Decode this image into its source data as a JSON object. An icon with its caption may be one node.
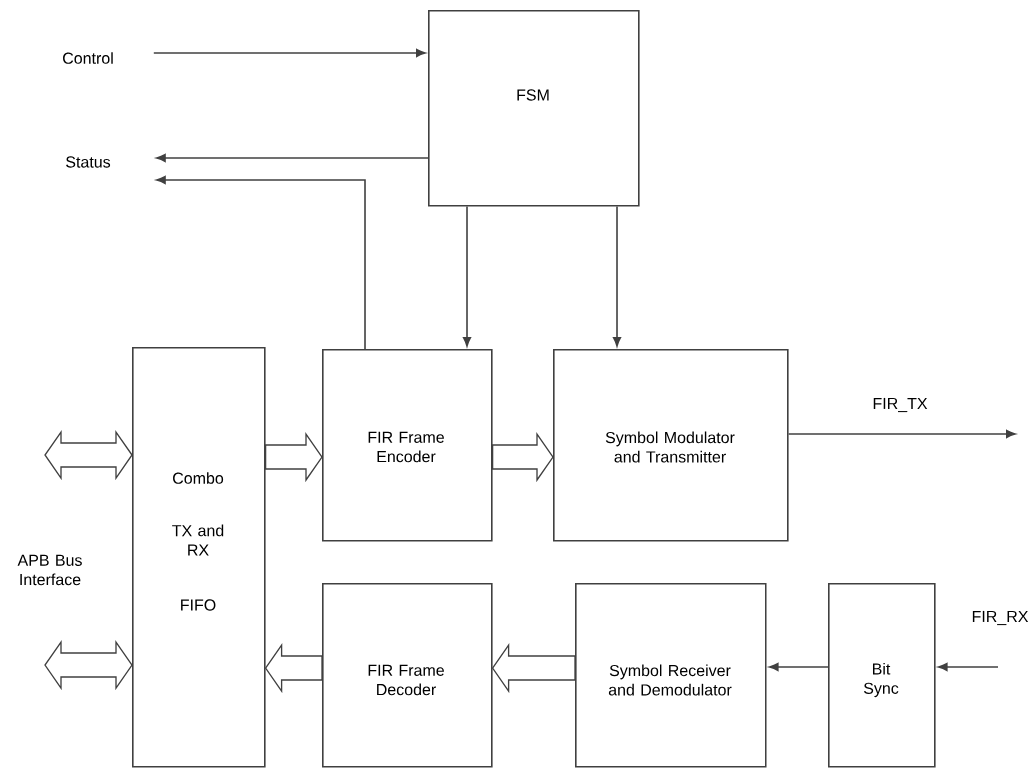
{
  "diagram": {
    "nodes": [
      {
        "text": [
          "FSM"
        ]
      },
      {
        "text": [
          "Control"
        ]
      },
      {
        "text": [
          "Status"
        ]
      },
      {
        "text": [
          "Combo",
          "TX and RX",
          "FIFO"
        ]
      },
      {
        "text": [
          "FIR Frame Encoder"
        ]
      },
      {
        "text": [
          "Symbol Modulator and Transmitter"
        ]
      },
      {
        "text": [
          "FIR Frame Decoder"
        ]
      },
      {
        "text": [
          "Symbol Receiver and Demodulator"
        ]
      },
      {
        "text": [
          "Bit Sync"
        ]
      }
    ],
    "edges": [
      {
        "from": 1,
        "to": 0,
        "arrow": "to"
      },
      {
        "from": 0,
        "to": 2,
        "arrow": "to"
      },
      {
        "from": 4,
        "to": 2,
        "arrow": "to"
      },
      {
        "from": 0,
        "to": 4,
        "arrow": "to"
      },
      {
        "from": 0,
        "to": 5,
        "arrow": "to"
      },
      {
        "from": 3,
        "to": 4,
        "arrow": "to",
        "style": "thick"
      },
      {
        "from": 4,
        "to": 5,
        "arrow": "to",
        "style": "thick"
      },
      {
        "from": 5,
        "to": null,
        "arrow": "to",
        "label": "FIR_TX"
      },
      {
        "from": null,
        "to": 3,
        "arrow": "both",
        "style": "thick"
      },
      {
        "from": null,
        "to": 3,
        "arrow": "both",
        "style": "thick"
      },
      {
        "from": 6,
        "to": 3,
        "arrow": "to",
        "style": "thick"
      },
      {
        "from": 7,
        "to": 6,
        "arrow": "to",
        "style": "thick"
      },
      {
        "from": 8,
        "to": 7,
        "arrow": "to"
      },
      {
        "from": null,
        "to": 8,
        "arrow": "to",
        "label": "FIR_RX"
      }
    ],
    "labels": [
      "APB Bus Interface"
    ]
  }
}
